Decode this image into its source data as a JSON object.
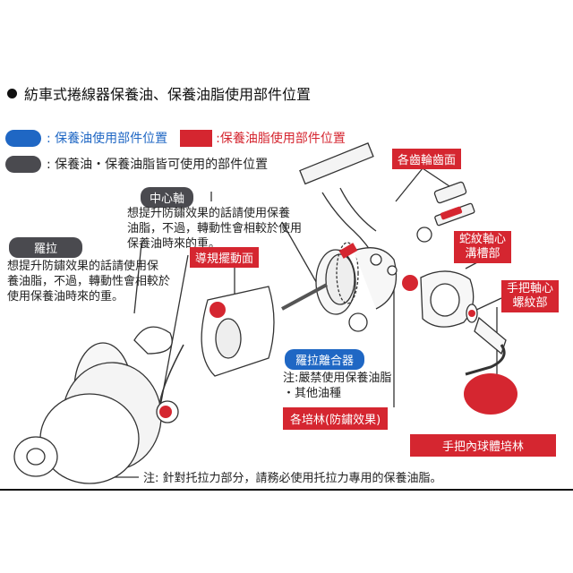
{
  "title": "紡車式捲線器保養油、保養油脂使用部件位置",
  "legend": {
    "oil_label": ": 保養油使用部件位置",
    "grease_label": ":保養油脂使用部件位置",
    "both_label": ": 保養油・保養油脂皆可使用的部件位置",
    "colors": {
      "oil": "#1f67c4",
      "grease": "#d52630",
      "both": "#4a4a4f"
    }
  },
  "labels": {
    "center_shaft": "中心軸",
    "center_shaft_note": [
      "想提升防鏽效果的話請使用保養",
      "油脂，不過，轉動性會相較於使用",
      "保養油時來的重。"
    ],
    "line_roller": "羅拉",
    "line_roller_note": [
      "想提升防鏽效果的話請使用保",
      "養油脂，不過，轉動性會相較於",
      "使用保養油時來的重。"
    ],
    "bail_slide": "導規擺動面",
    "gear_teeth": "各齒輪齒面",
    "worm_shaft": [
      "蛇紋軸心",
      "溝槽部"
    ],
    "handle_shaft": [
      "手把軸心",
      "螺紋部"
    ],
    "roller_clutch": "羅拉離合器",
    "roller_clutch_note": [
      "注:嚴禁使用保養油脂",
      "・其他油種"
    ],
    "bearings": "各培林(防鏽效果)",
    "knob_bearing": "手把內球體培林",
    "drag_note": "注: 針對托拉力部分，請務必使用托拉力專用的保養油脂。"
  }
}
